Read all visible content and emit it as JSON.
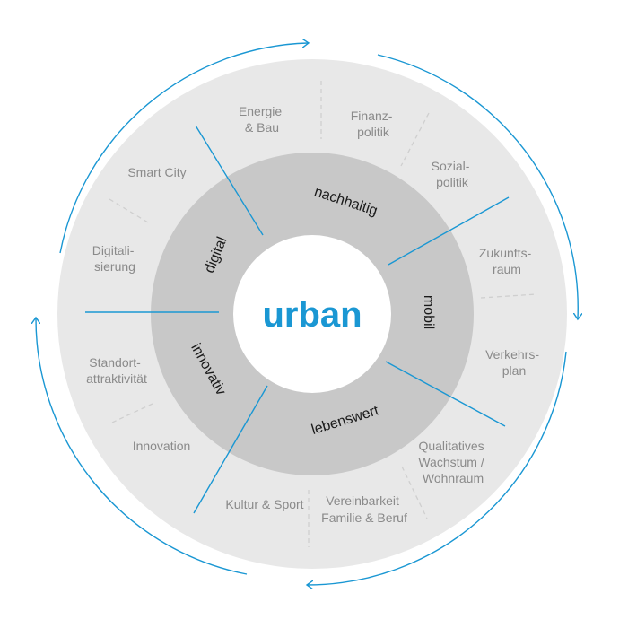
{
  "center": {
    "label": "urban"
  },
  "inner_ring": {
    "nachhaltig": "nachhaltig",
    "mobil": "mobil",
    "lebenswert": "lebenswert",
    "innovativ": "innovativ",
    "digital": "digital"
  },
  "outer_ring": {
    "energie": [
      "Energie",
      "& Bau"
    ],
    "finanz": [
      "Finanz-",
      "politik"
    ],
    "sozial": [
      "Sozial-",
      "politik"
    ],
    "zukunft": [
      "Zukunfts-",
      "raum"
    ],
    "verkehr": [
      "Verkehrs-",
      "plan"
    ],
    "wachstum": [
      "Qualitatives",
      "Wachstum /",
      "Wohnraum"
    ],
    "vereinbarkeit": [
      "Vereinbarkeit",
      "Familie & Beruf"
    ],
    "kultur": [
      "Kultur & Sport"
    ],
    "innovation": [
      "Innovation"
    ],
    "standort": [
      "Standort-",
      "attraktivität"
    ],
    "digitalisierung": [
      "Digitali-",
      "sierung"
    ],
    "smartcity": [
      "Smart City"
    ]
  },
  "colors": {
    "accent": "#1a97d3",
    "outer_ring": "#e8e8e8",
    "inner_ring": "#c8c8c8",
    "divider_dashed": "#cfcfcf",
    "outer_text": "#8a8a8a",
    "ring_text": "#1a1a1a"
  }
}
